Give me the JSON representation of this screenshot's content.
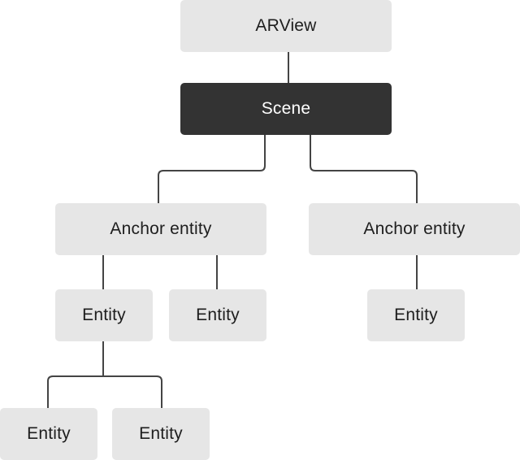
{
  "colors": {
    "node_fill": "#e6e6e6",
    "node_fill_highlight": "#333333",
    "node_text": "#1e1e1e",
    "node_text_highlight": "#ffffff",
    "connector": "#444444"
  },
  "hierarchy": {
    "arview": {
      "label": "ARView"
    },
    "scene": {
      "label": "Scene"
    },
    "anchors": [
      {
        "label": "Anchor entity",
        "children": [
          {
            "label": "Entity",
            "children": [
              {
                "label": "Entity"
              },
              {
                "label": "Entity"
              }
            ]
          },
          {
            "label": "Entity"
          }
        ]
      },
      {
        "label": "Anchor entity",
        "children": [
          {
            "label": "Entity"
          }
        ]
      }
    ]
  }
}
